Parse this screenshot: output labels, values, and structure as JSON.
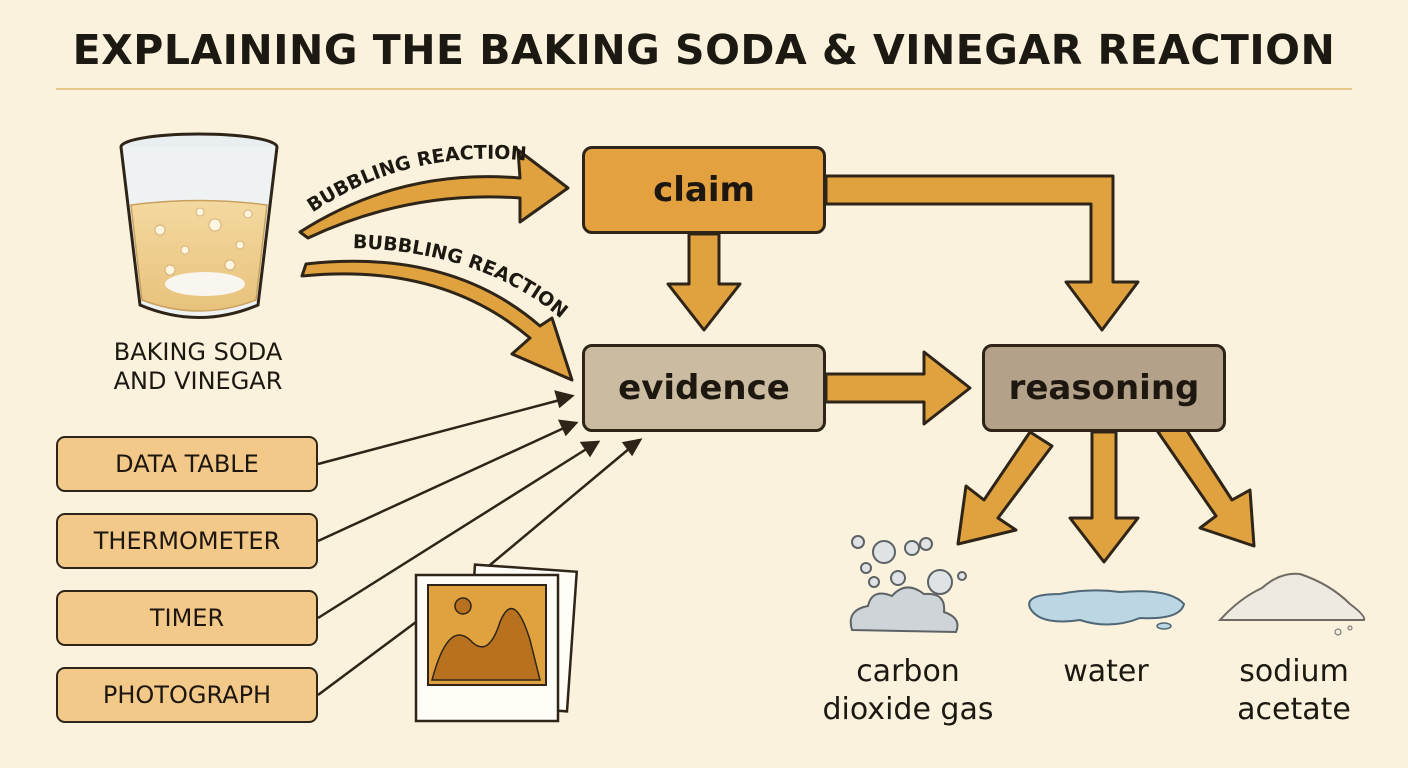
{
  "title": "EXPLAINING THE BAKING SODA & VINEGAR REACTION",
  "glass": {
    "label_line1": "BAKING SODA",
    "label_line2": "AND VINEGAR",
    "icon": "glass-icon"
  },
  "arrow_labels": {
    "top": "BUBBLING REACTION",
    "bottom": "BUBBLING REACTION"
  },
  "nodes": {
    "claim": "claim",
    "evidence": "evidence",
    "reasoning": "reasoning"
  },
  "evidence_sources": [
    "DATA TABLE",
    "THERMOMETER",
    "TIMER",
    "PHOTOGRAPH"
  ],
  "products": [
    {
      "line1": "carbon",
      "line2": "dioxide gas",
      "icon": "gas-bubbles-icon"
    },
    {
      "line1": "water",
      "line2": "",
      "icon": "water-puddle-icon"
    },
    {
      "line1": "sodium",
      "line2": "acetate",
      "icon": "powder-pile-icon"
    }
  ],
  "colors": {
    "background": "#fbf2dd",
    "claim": "#e3a140",
    "evidence": "#cbbba0",
    "reasoning": "#b3a18a",
    "source_box": "#f3c98a",
    "arrow": "#e0a23e",
    "outline": "#2e2518"
  }
}
